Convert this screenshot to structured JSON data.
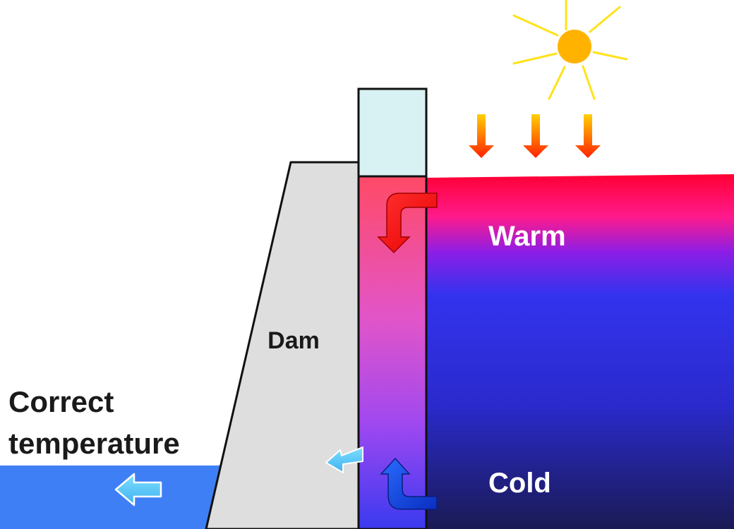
{
  "labels": {
    "dam": "Dam",
    "warm": "Warm",
    "cold": "Cold",
    "outlet_line1": "Correct",
    "outlet_line2": "temperature"
  },
  "colors": {
    "dam_fill": "#dedede",
    "reservoir_top": "#ff0033",
    "reservoir_mid": "#3333ee",
    "reservoir_bottom": "#1a1a55",
    "tower_top": "#ff4a66",
    "tower_mid": "#d34ee8",
    "tower_bottom": "#3a3af0",
    "tower_cap": "#d8f1f3",
    "outflow": "#3f7ff5",
    "outflow_arrow": "#5cc6f5",
    "sun": "#ffb300",
    "sun_rays": "#ffe21a",
    "heat_arrow_top": "#ffd000",
    "heat_arrow_bottom": "#ff2200",
    "warm_intake_arrow": "#ff1010",
    "cold_intake_arrow": "#1540e0"
  },
  "icons": {
    "sun": "sun-icon",
    "heat": "heat-arrow-icon",
    "warm_intake": "warm-intake-arrow-icon",
    "cold_intake": "cold-intake-arrow-icon",
    "outflow": "outflow-arrow-icon"
  }
}
